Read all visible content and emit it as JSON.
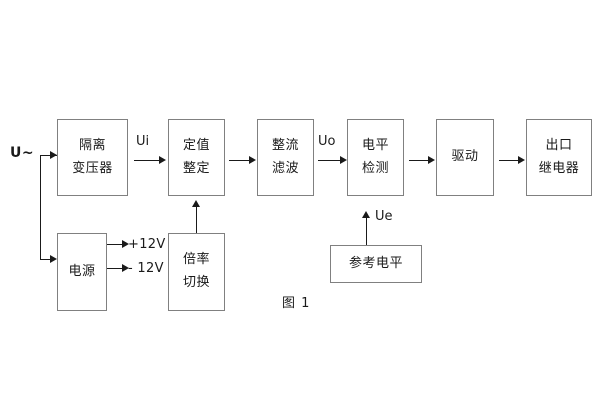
{
  "figure": {
    "caption": "图 1",
    "source_label": "U~"
  },
  "blocks": [
    {
      "id": "isolation-transformer",
      "lines": [
        "隔离",
        "变压器"
      ]
    },
    {
      "id": "setting-value",
      "lines": [
        "定值",
        "整定"
      ]
    },
    {
      "id": "rectify-filter",
      "lines": [
        "整流",
        "滤波"
      ]
    },
    {
      "id": "level-detection",
      "lines": [
        "电平",
        "检测"
      ]
    },
    {
      "id": "drive",
      "lines": [
        "驱动"
      ]
    },
    {
      "id": "output-relay",
      "lines": [
        "出口",
        "继电器"
      ]
    },
    {
      "id": "power-supply",
      "lines": [
        "电源"
      ]
    },
    {
      "id": "multiplier-switch",
      "lines": [
        "倍率",
        "切换"
      ]
    },
    {
      "id": "reference-level",
      "lines": [
        "参考电平"
      ]
    }
  ],
  "signals": {
    "ui": "Ui",
    "uo": "Uo",
    "ue": "Ue"
  },
  "rails": {
    "positive": "+12V",
    "negative": "- 12V"
  },
  "colors": {
    "block_border": "#808080",
    "line": "#1a1a1a",
    "text": "#1a1a1a",
    "background": "#ffffff"
  }
}
